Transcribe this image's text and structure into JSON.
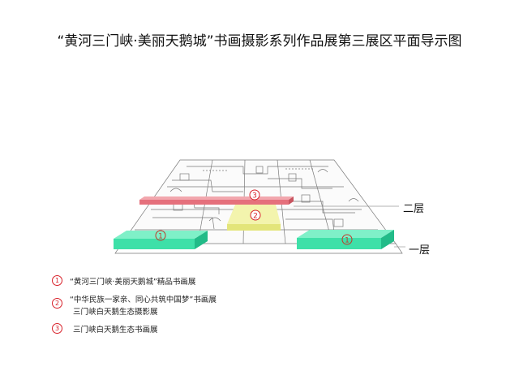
{
  "title": "“黄河三门峡·美丽天鹅城”书画摄影系列作品展第三展区平面导示图",
  "floors": {
    "upper": "二层",
    "lower": "一层"
  },
  "markers": {
    "m1": "1",
    "m2": "2",
    "m3": "3"
  },
  "legend": [
    {
      "number": "1",
      "lines": [
        "“黄河三门峡·美丽天鹅城”精品书画展"
      ]
    },
    {
      "number": "2",
      "lines": [
        "“中华民族一家亲、同心共筑中国梦”书画展",
        "三门峡白天鹅生态摄影展"
      ]
    },
    {
      "number": "3",
      "lines": [
        "三门峡白天鹅生态书画展"
      ]
    }
  ],
  "colors": {
    "exhibit1": "#3ee0a8",
    "exhibit2": "#eef08e",
    "exhibit3": "#e5707c",
    "marker_red": "#d8212a"
  }
}
